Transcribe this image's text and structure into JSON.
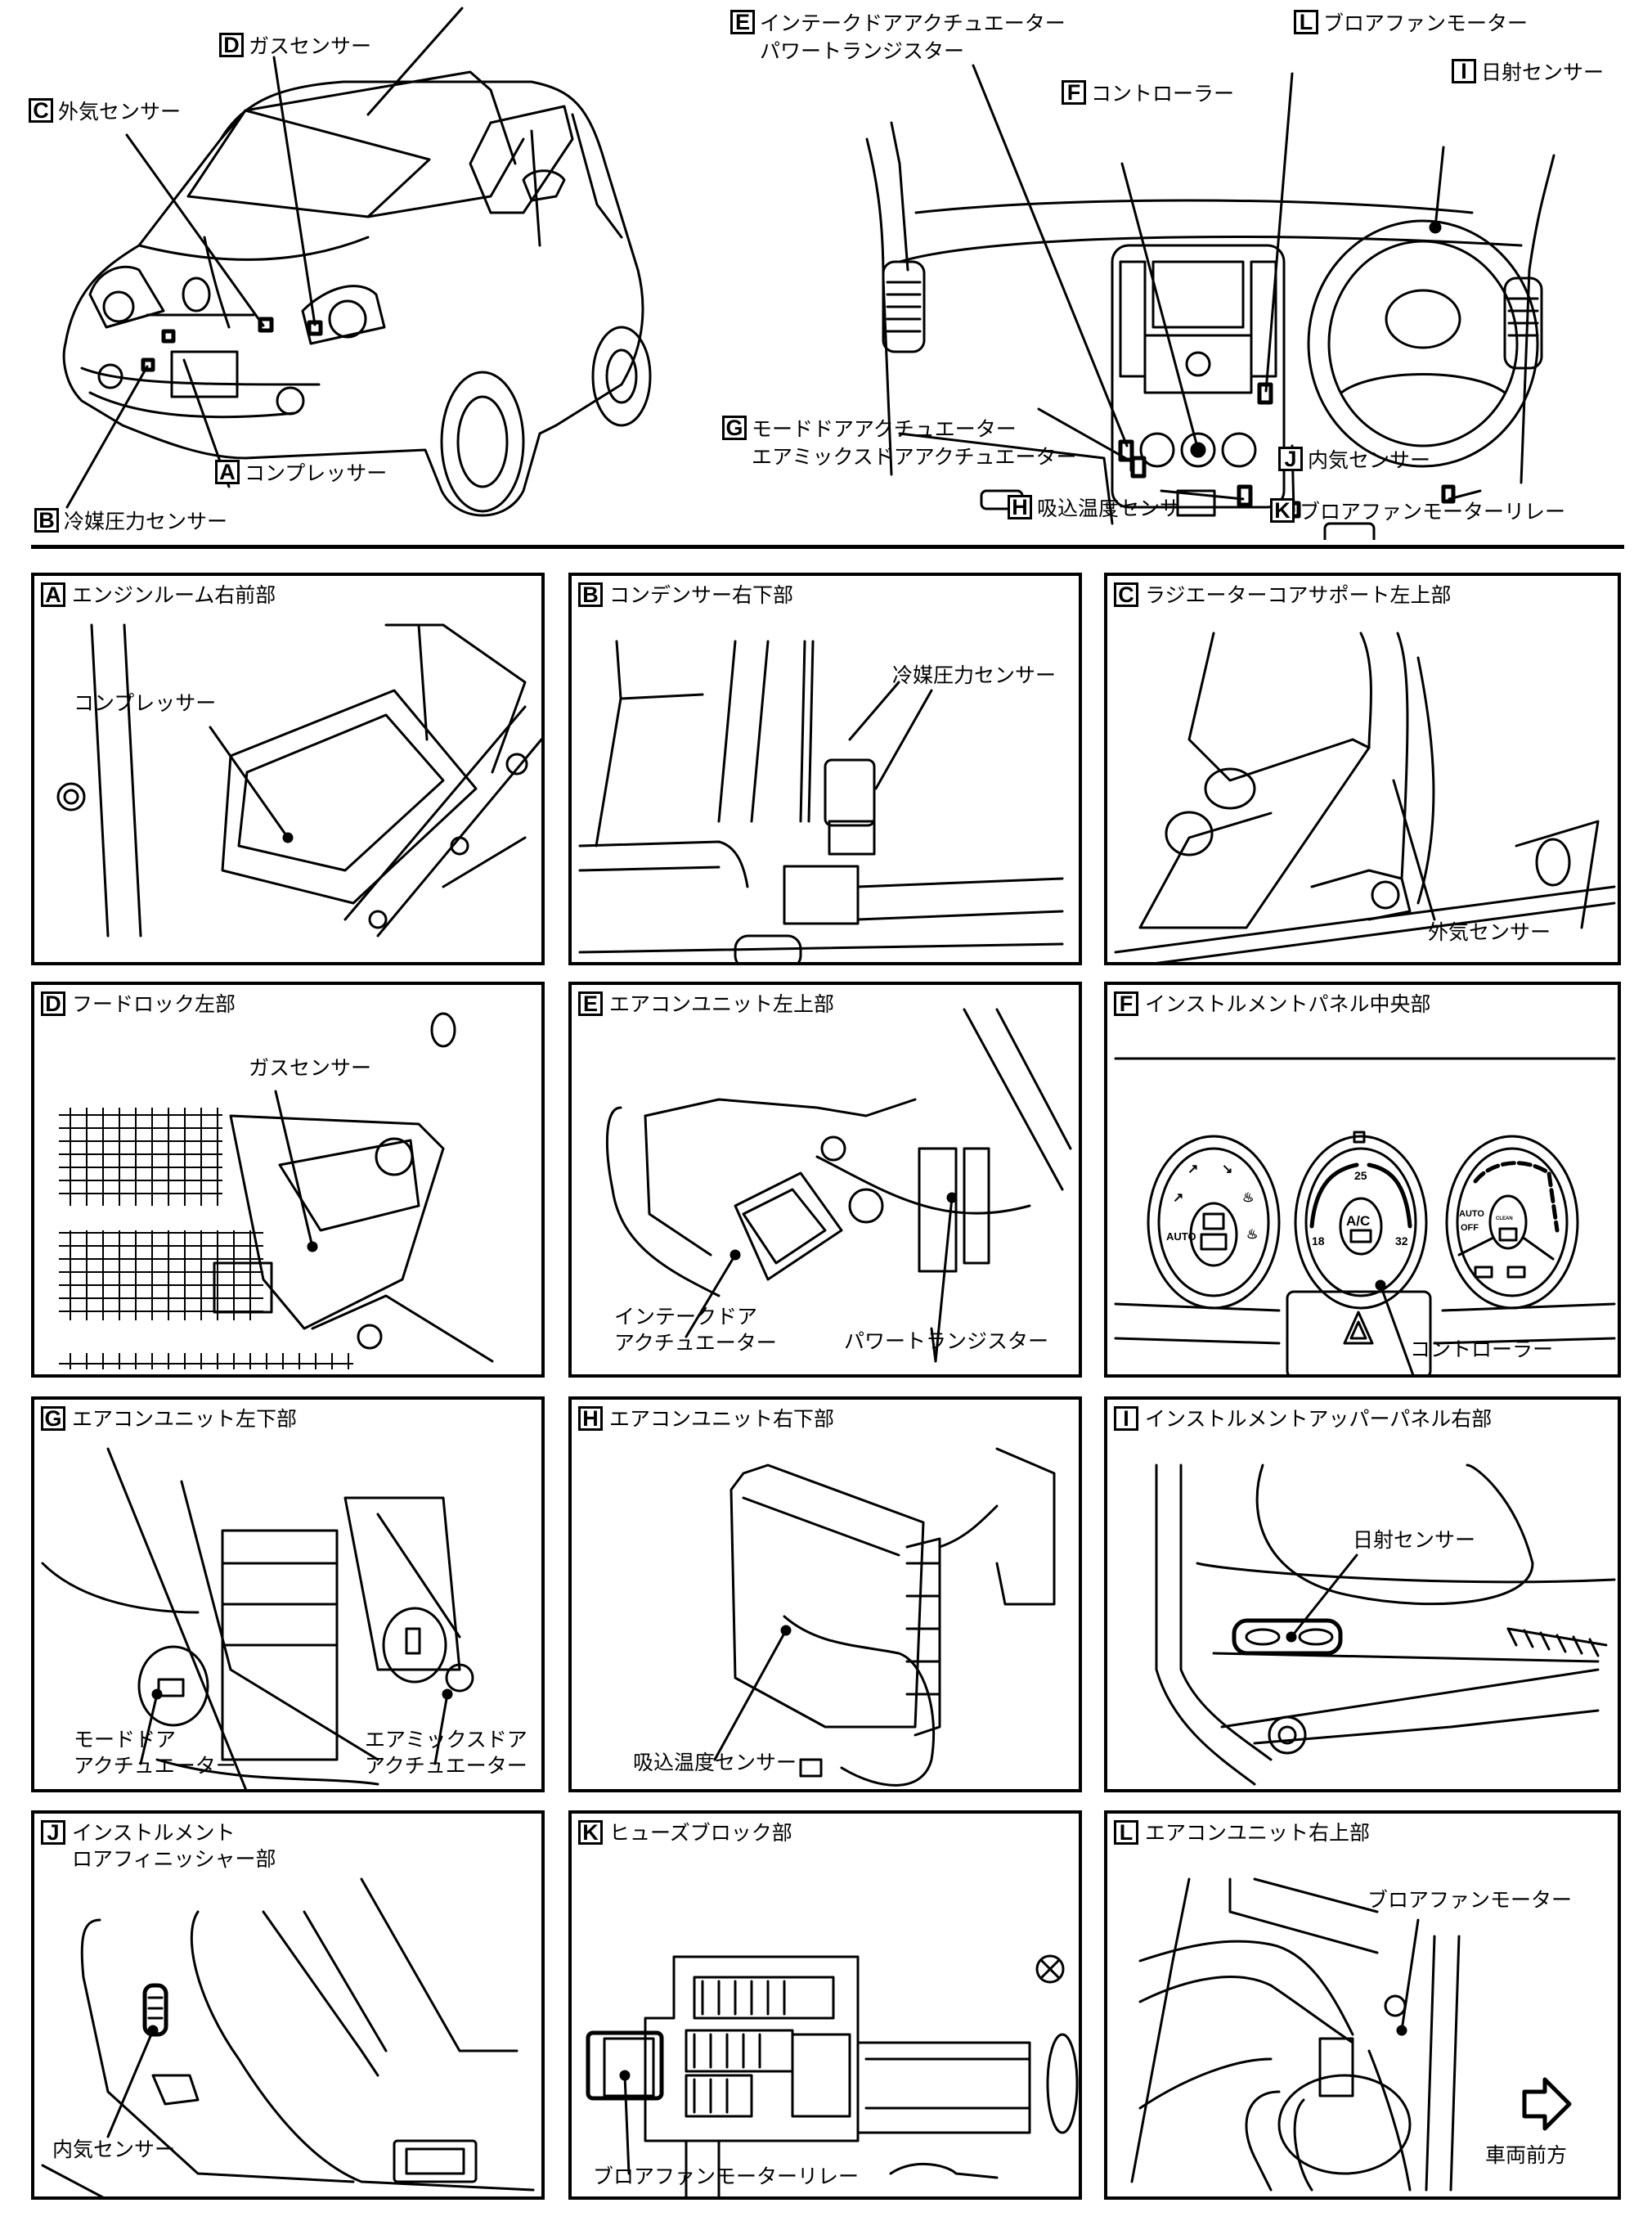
{
  "overview": {
    "callouts": [
      {
        "letter": "D",
        "lines": [
          "ガスセンサー"
        ]
      },
      {
        "letter": "C",
        "lines": [
          "外気センサー"
        ]
      },
      {
        "letter": "A",
        "lines": [
          "コンプレッサー"
        ]
      },
      {
        "letter": "B",
        "lines": [
          "冷媒圧力センサー"
        ]
      },
      {
        "letter": "E",
        "lines": [
          "インテークドアアクチュエーター",
          "パワートランジスター"
        ]
      },
      {
        "letter": "F",
        "lines": [
          "コントローラー"
        ]
      },
      {
        "letter": "L",
        "lines": [
          "ブロアファンモーター"
        ]
      },
      {
        "letter": "I",
        "lines": [
          "日射センサー"
        ]
      },
      {
        "letter": "G",
        "lines": [
          "モードドアアクチュエーター",
          "エアミックスドアアクチュエーター"
        ]
      },
      {
        "letter": "H",
        "lines": [
          "吸込温度センサー"
        ]
      },
      {
        "letter": "J",
        "lines": [
          "内気センサー"
        ]
      },
      {
        "letter": "K",
        "lines": [
          "ブロアファンモーターリレー"
        ]
      }
    ]
  },
  "panels": [
    {
      "letter": "A",
      "title": [
        "エンジンルーム右前部"
      ],
      "labels": [
        [
          "コンプレッサー"
        ]
      ]
    },
    {
      "letter": "B",
      "title": [
        "コンデンサー右下部"
      ],
      "labels": [
        [
          "冷媒圧力センサー"
        ]
      ]
    },
    {
      "letter": "C",
      "title": [
        "ラジエーターコアサポート左上部"
      ],
      "labels": [
        [
          "外気センサー"
        ]
      ]
    },
    {
      "letter": "D",
      "title": [
        "フードロック左部"
      ],
      "labels": [
        [
          "ガスセンサー"
        ]
      ]
    },
    {
      "letter": "E",
      "title": [
        "エアコンユニット左上部"
      ],
      "labels": [
        [
          "インテークドア",
          "アクチュエーター"
        ],
        [
          "パワートランジスター"
        ]
      ]
    },
    {
      "letter": "F",
      "title": [
        "インストルメントパネル中央部"
      ],
      "labels": [
        [
          "コントローラー"
        ]
      ],
      "dial_text": {
        "auto": "AUTO",
        "ac": "A/C",
        "temp_low": "18",
        "temp_mid": "25",
        "temp_high": "32",
        "auto2": "AUTO",
        "off": "OFF",
        "clean": "CLEAN"
      }
    },
    {
      "letter": "G",
      "title": [
        "エアコンユニット左下部"
      ],
      "labels": [
        [
          "モードドア",
          "アクチュエーター"
        ],
        [
          "エアミックスドア",
          "アクチュエーター"
        ]
      ]
    },
    {
      "letter": "H",
      "title": [
        "エアコンユニット右下部"
      ],
      "labels": [
        [
          "吸込温度センサー"
        ]
      ]
    },
    {
      "letter": "I",
      "title": [
        "インストルメントアッパーパネル右部"
      ],
      "labels": [
        [
          "日射センサー"
        ]
      ]
    },
    {
      "letter": "J",
      "title": [
        "インストルメント",
        "ロアフィニッシャー部"
      ],
      "labels": [
        [
          "内気センサー"
        ]
      ]
    },
    {
      "letter": "K",
      "title": [
        "ヒューズブロック部"
      ],
      "labels": [
        [
          "ブロアファンモーターリレー"
        ]
      ]
    },
    {
      "letter": "L",
      "title": [
        "エアコンユニット右上部"
      ],
      "labels": [
        [
          "ブロアファンモーター"
        ],
        [
          "車両前方"
        ]
      ]
    }
  ]
}
